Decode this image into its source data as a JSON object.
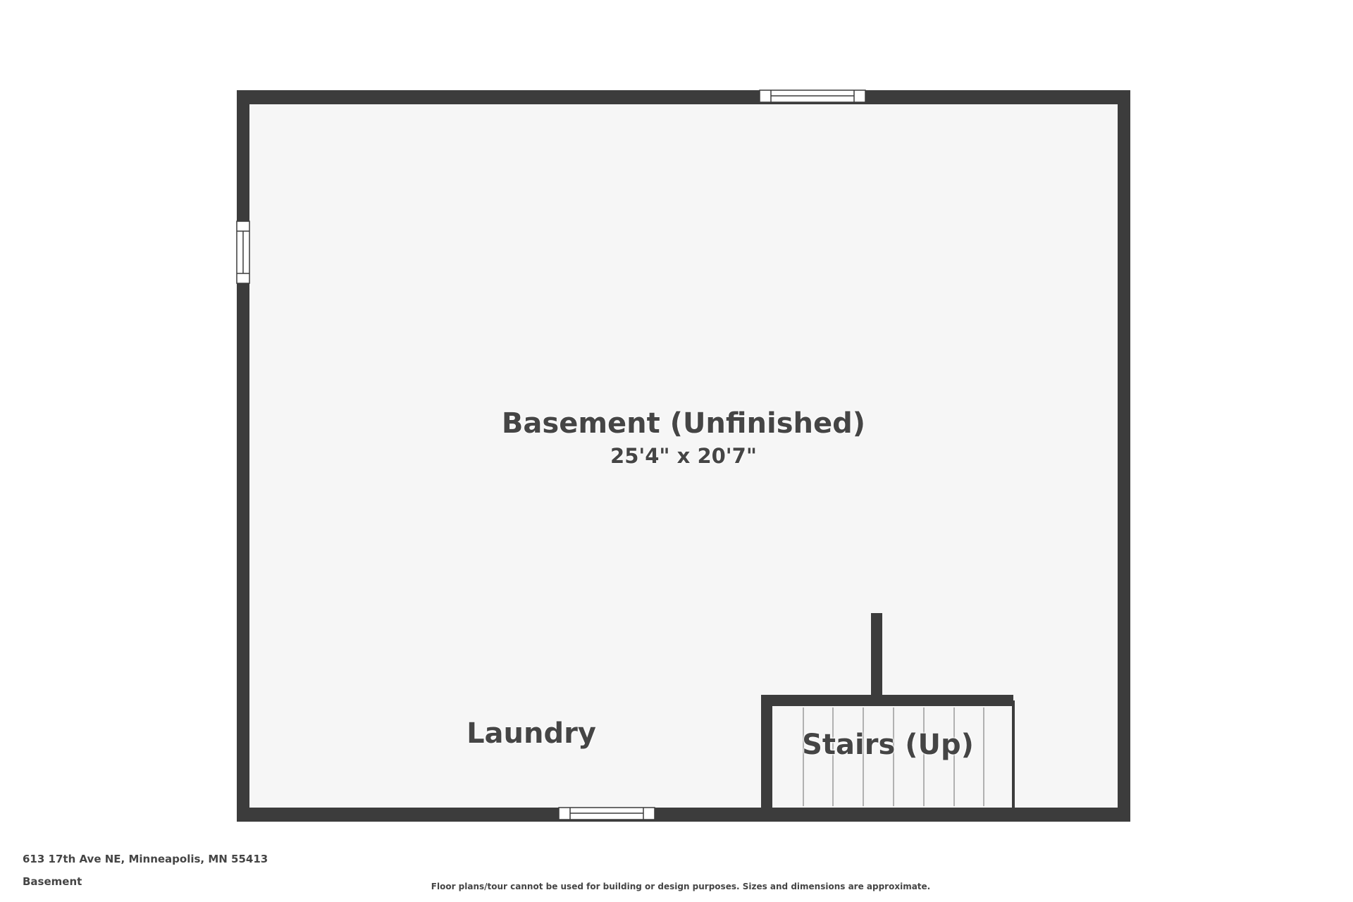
{
  "plan": {
    "colors": {
      "wall": "#3c3c3c",
      "floor": "#f6f6f6",
      "window": "#ffffff",
      "stair_line": "#9a9a9a",
      "text": "#454545"
    }
  },
  "rooms": {
    "basement": {
      "name": "Basement (Unfinished)",
      "dimensions": "25'4\" x 20'7\""
    },
    "laundry": {
      "name": "Laundry"
    },
    "stairs": {
      "name": "Stairs (Up)"
    }
  },
  "footer": {
    "address": "613 17th Ave NE, Minneapolis, MN 55413",
    "floor_name": "Basement",
    "disclaimer": "Floor plans/tour cannot be used for building or design purposes. Sizes and dimensions are approximate."
  }
}
